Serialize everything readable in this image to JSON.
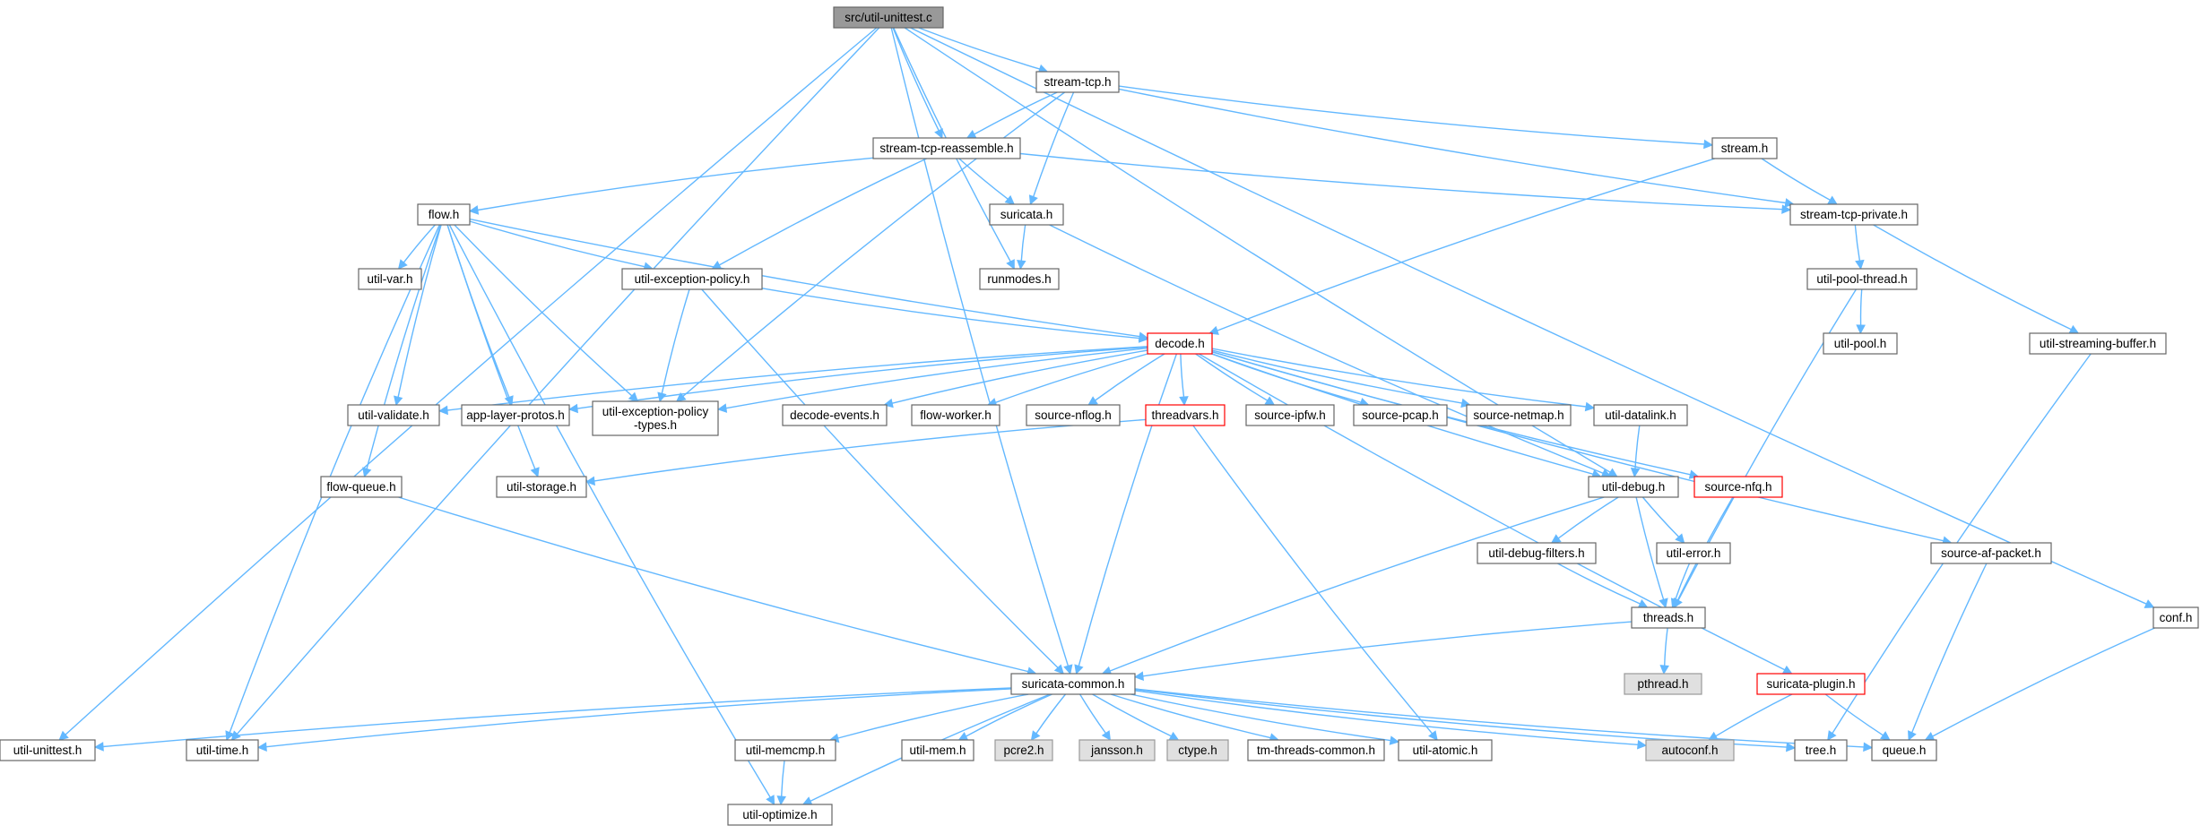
{
  "diagram": {
    "colors": {
      "edge": "#63b8ff",
      "node_border": "#666666",
      "node_fill": "#ffffff",
      "missing_border": "#ff0000",
      "root_fill": "#999999",
      "external_fill": "#e0e0e0",
      "external_border": "#999999",
      "text": "#000000"
    },
    "nodes": [
      {
        "id": "root",
        "label": "src/util-unittest.c",
        "style": "root"
      },
      {
        "id": "stream_tcp",
        "label": "stream-tcp.h",
        "style": "normal"
      },
      {
        "id": "stream_tcp_reassemble",
        "label": "stream-tcp-reassemble.h",
        "style": "normal"
      },
      {
        "id": "stream",
        "label": "stream.h",
        "style": "normal"
      },
      {
        "id": "flow",
        "label": "flow.h",
        "style": "normal"
      },
      {
        "id": "suricata",
        "label": "suricata.h",
        "style": "normal"
      },
      {
        "id": "stream_tcp_private",
        "label": "stream-tcp-private.h",
        "style": "normal"
      },
      {
        "id": "util_var",
        "label": "util-var.h",
        "style": "normal"
      },
      {
        "id": "util_exception_policy",
        "label": "util-exception-policy.h",
        "style": "normal"
      },
      {
        "id": "runmodes",
        "label": "runmodes.h",
        "style": "normal"
      },
      {
        "id": "util_pool_thread",
        "label": "util-pool-thread.h",
        "style": "normal"
      },
      {
        "id": "util_pool",
        "label": "util-pool.h",
        "style": "normal"
      },
      {
        "id": "decode",
        "label": "decode.h",
        "style": "missing"
      },
      {
        "id": "util_streaming_buffer",
        "label": "util-streaming-buffer.h",
        "style": "normal"
      },
      {
        "id": "util_validate",
        "label": "util-validate.h",
        "style": "normal"
      },
      {
        "id": "app_layer_protos",
        "label": "app-layer-protos.h",
        "style": "normal"
      },
      {
        "id": "util_exception_policy_types",
        "label": "util-exception-policy\n-types.h",
        "style": "normal"
      },
      {
        "id": "decode_events",
        "label": "decode-events.h",
        "style": "normal"
      },
      {
        "id": "flow_worker",
        "label": "flow-worker.h",
        "style": "normal"
      },
      {
        "id": "source_nflog",
        "label": "source-nflog.h",
        "style": "normal"
      },
      {
        "id": "threadvars",
        "label": "threadvars.h",
        "style": "missing"
      },
      {
        "id": "source_ipfw",
        "label": "source-ipfw.h",
        "style": "normal"
      },
      {
        "id": "source_pcap",
        "label": "source-pcap.h",
        "style": "normal"
      },
      {
        "id": "source_netmap",
        "label": "source-netmap.h",
        "style": "normal"
      },
      {
        "id": "util_datalink",
        "label": "util-datalink.h",
        "style": "normal"
      },
      {
        "id": "flow_queue",
        "label": "flow-queue.h",
        "style": "normal"
      },
      {
        "id": "util_storage",
        "label": "util-storage.h",
        "style": "normal"
      },
      {
        "id": "util_debug",
        "label": "util-debug.h",
        "style": "normal"
      },
      {
        "id": "source_nfq",
        "label": "source-nfq.h",
        "style": "missing"
      },
      {
        "id": "util_debug_filters",
        "label": "util-debug-filters.h",
        "style": "normal"
      },
      {
        "id": "util_error",
        "label": "util-error.h",
        "style": "normal"
      },
      {
        "id": "source_af_packet",
        "label": "source-af-packet.h",
        "style": "normal"
      },
      {
        "id": "threads",
        "label": "threads.h",
        "style": "normal"
      },
      {
        "id": "conf",
        "label": "conf.h",
        "style": "normal"
      },
      {
        "id": "pthread",
        "label": "pthread.h",
        "style": "external"
      },
      {
        "id": "suricata_common",
        "label": "suricata-common.h",
        "style": "normal"
      },
      {
        "id": "suricata_plugin",
        "label": "suricata-plugin.h",
        "style": "missing"
      },
      {
        "id": "util_unittest",
        "label": "util-unittest.h",
        "style": "normal"
      },
      {
        "id": "util_time",
        "label": "util-time.h",
        "style": "normal"
      },
      {
        "id": "util_memcmp",
        "label": "util-memcmp.h",
        "style": "normal"
      },
      {
        "id": "util_mem",
        "label": "util-mem.h",
        "style": "normal"
      },
      {
        "id": "pcre2",
        "label": "pcre2.h",
        "style": "external"
      },
      {
        "id": "jansson",
        "label": "jansson.h",
        "style": "external"
      },
      {
        "id": "ctype",
        "label": "ctype.h",
        "style": "external"
      },
      {
        "id": "tm_threads_common",
        "label": "tm-threads-common.h",
        "style": "normal"
      },
      {
        "id": "util_atomic",
        "label": "util-atomic.h",
        "style": "normal"
      },
      {
        "id": "autoconf",
        "label": "autoconf.h",
        "style": "external"
      },
      {
        "id": "tree",
        "label": "tree.h",
        "style": "normal"
      },
      {
        "id": "queue",
        "label": "queue.h",
        "style": "normal"
      },
      {
        "id": "util_optimize",
        "label": "util-optimize.h",
        "style": "normal"
      }
    ],
    "edges": [
      [
        "root",
        "stream_tcp"
      ],
      [
        "root",
        "stream_tcp_reassemble"
      ],
      [
        "root",
        "runmodes"
      ],
      [
        "root",
        "util_debug"
      ],
      [
        "root",
        "conf"
      ],
      [
        "root",
        "suricata_common"
      ],
      [
        "root",
        "util_time"
      ],
      [
        "root",
        "util_unittest"
      ],
      [
        "stream_tcp",
        "stream_tcp_reassemble"
      ],
      [
        "stream_tcp",
        "stream"
      ],
      [
        "stream_tcp",
        "suricata"
      ],
      [
        "stream_tcp",
        "stream_tcp_private"
      ],
      [
        "stream_tcp",
        "util_exception_policy_types"
      ],
      [
        "stream_tcp_reassemble",
        "flow"
      ],
      [
        "stream_tcp_reassemble",
        "suricata"
      ],
      [
        "stream_tcp_reassemble",
        "util_exception_policy"
      ],
      [
        "stream_tcp_reassemble",
        "stream_tcp_private"
      ],
      [
        "stream",
        "stream_tcp_private"
      ],
      [
        "stream",
        "decode"
      ],
      [
        "suricata",
        "runmodes"
      ],
      [
        "suricata",
        "util_debug"
      ],
      [
        "stream_tcp_private",
        "util_pool_thread"
      ],
      [
        "stream_tcp_private",
        "util_streaming_buffer"
      ],
      [
        "util_pool_thread",
        "util_pool"
      ],
      [
        "util_pool_thread",
        "threads"
      ],
      [
        "util_streaming_buffer",
        "tree"
      ],
      [
        "flow",
        "util_var"
      ],
      [
        "flow",
        "util_exception_policy"
      ],
      [
        "flow",
        "decode"
      ],
      [
        "flow",
        "util_validate"
      ],
      [
        "flow",
        "app_layer_protos"
      ],
      [
        "flow",
        "util_exception_policy_types"
      ],
      [
        "flow",
        "util_storage"
      ],
      [
        "flow",
        "flow_queue"
      ],
      [
        "flow",
        "util_time"
      ],
      [
        "flow",
        "util_optimize"
      ],
      [
        "util_exception_policy",
        "decode"
      ],
      [
        "util_exception_policy",
        "util_exception_policy_types"
      ],
      [
        "decode",
        "util_validate"
      ],
      [
        "decode",
        "app_layer_protos"
      ],
      [
        "decode",
        "util_exception_policy_types"
      ],
      [
        "decode",
        "decode_events"
      ],
      [
        "decode",
        "flow_worker"
      ],
      [
        "decode",
        "source_nflog"
      ],
      [
        "decode",
        "threadvars"
      ],
      [
        "decode",
        "source_ipfw"
      ],
      [
        "decode",
        "source_pcap"
      ],
      [
        "decode",
        "source_netmap"
      ],
      [
        "decode",
        "util_datalink"
      ],
      [
        "decode",
        "util_debug"
      ],
      [
        "decode",
        "source_nfq"
      ],
      [
        "decode",
        "suricata_plugin"
      ],
      [
        "decode",
        "source_af_packet"
      ],
      [
        "decode",
        "suricata_common"
      ],
      [
        "util_exception_policy",
        "suricata_common"
      ],
      [
        "threadvars",
        "util_storage"
      ],
      [
        "threadvars",
        "util_atomic"
      ],
      [
        "util_datalink",
        "util_debug"
      ],
      [
        "flow_queue",
        "suricata_common"
      ],
      [
        "util_debug",
        "util_debug_filters"
      ],
      [
        "util_debug",
        "util_error"
      ],
      [
        "util_debug",
        "threads"
      ],
      [
        "util_debug",
        "suricata_common"
      ],
      [
        "util_debug_filters",
        "threads"
      ],
      [
        "util_error",
        "threads"
      ],
      [
        "source_nfq",
        "threads"
      ],
      [
        "threads",
        "pthread"
      ],
      [
        "threads",
        "suricata_common"
      ],
      [
        "source_af_packet",
        "queue"
      ],
      [
        "conf",
        "queue"
      ],
      [
        "suricata_plugin",
        "autoconf"
      ],
      [
        "suricata_plugin",
        "queue"
      ],
      [
        "suricata_common",
        "util_unittest"
      ],
      [
        "suricata_common",
        "util_time"
      ],
      [
        "suricata_common",
        "util_memcmp"
      ],
      [
        "suricata_common",
        "util_mem"
      ],
      [
        "suricata_common",
        "pcre2"
      ],
      [
        "suricata_common",
        "jansson"
      ],
      [
        "suricata_common",
        "ctype"
      ],
      [
        "suricata_common",
        "tm_threads_common"
      ],
      [
        "suricata_common",
        "util_atomic"
      ],
      [
        "suricata_common",
        "autoconf"
      ],
      [
        "suricata_common",
        "tree"
      ],
      [
        "suricata_common",
        "queue"
      ],
      [
        "suricata_common",
        "util_optimize"
      ],
      [
        "util_memcmp",
        "util_optimize"
      ]
    ]
  }
}
